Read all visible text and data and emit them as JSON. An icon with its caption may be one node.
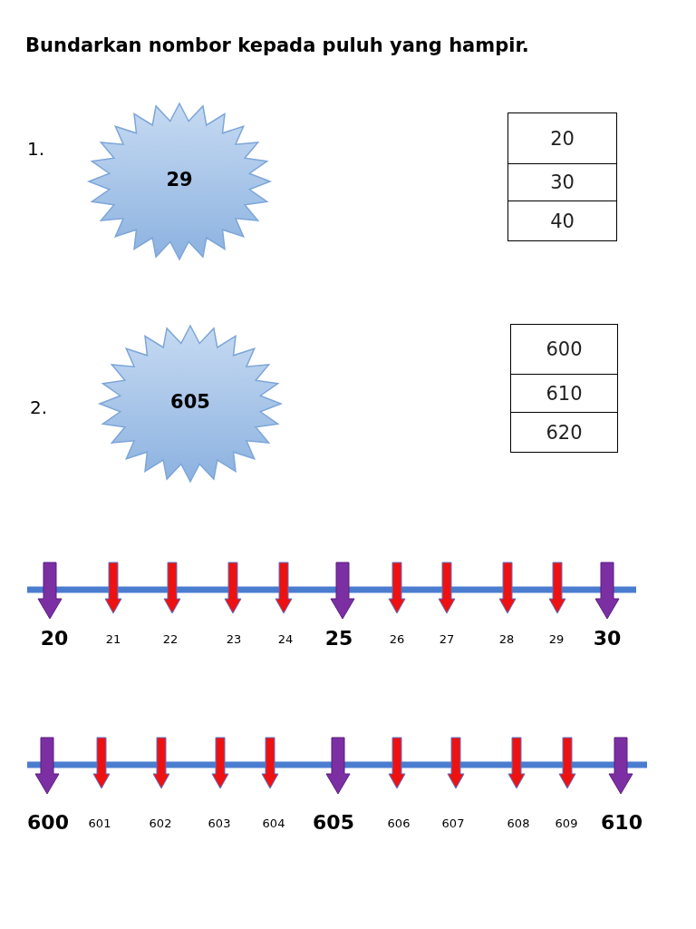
{
  "diagram": {
    "title": "Bundarkan nombor kepada puluh yang hampir.",
    "nodes": [
      {
        "text": [
          "29"
        ]
      },
      {
        "text": [
          "605"
        ]
      }
    ],
    "labels": [
      "1.",
      "20",
      "30",
      "40",
      "2.",
      "600",
      "610",
      "620",
      "20",
      "21",
      "22",
      "23",
      "24",
      "25",
      "26",
      "27",
      "28",
      "29",
      "30",
      "600",
      "601",
      "602",
      "603",
      "604",
      "605",
      "606",
      "607",
      "608",
      "609",
      "610"
    ]
  }
}
